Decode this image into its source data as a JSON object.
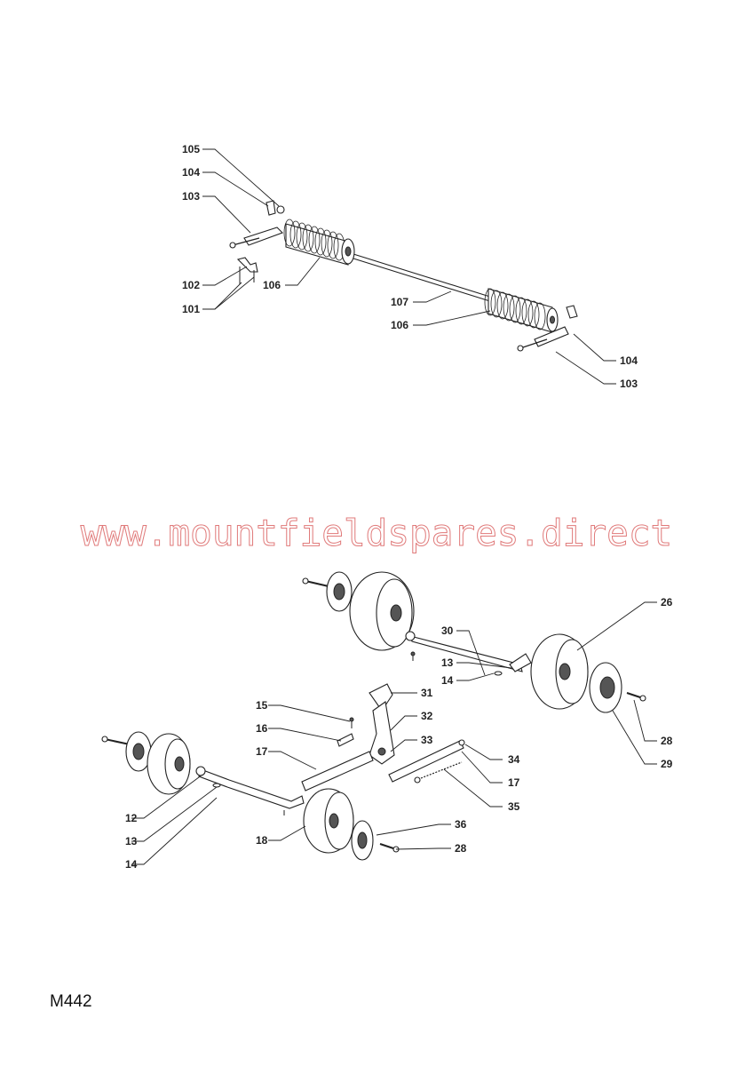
{
  "watermark": "www.mountfieldspares.direct",
  "page_code": "M442",
  "callouts_top": {
    "c105": "105",
    "c104a": "104",
    "c103a": "103",
    "c102": "102",
    "c101": "101",
    "c106a": "106",
    "c107": "107",
    "c106b": "106",
    "c104b": "104",
    "c103b": "103"
  },
  "callouts_bottom": {
    "c26": "26",
    "c30": "30",
    "c13a": "13",
    "c14a": "14",
    "c31": "31",
    "c15": "15",
    "c32": "32",
    "c16": "16",
    "c33": "33",
    "c17a": "17",
    "c34": "34",
    "c17b": "17",
    "c28a": "28",
    "c29": "29",
    "c12": "12",
    "c35": "35",
    "c13b": "13",
    "c36": "36",
    "c18": "18",
    "c28b": "28",
    "c14b": "14"
  }
}
